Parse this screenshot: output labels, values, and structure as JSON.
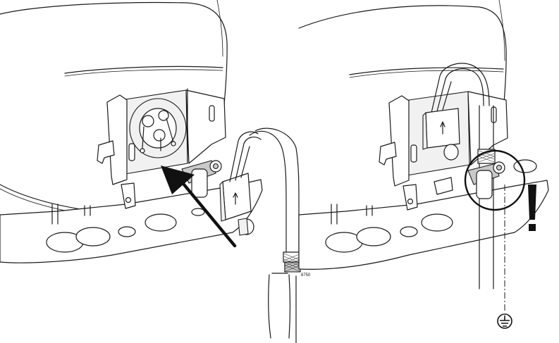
{
  "figure": {
    "reference_number": "8750"
  },
  "colors": {
    "ink": "#1a1a1a",
    "paper": "#ffffff",
    "shading": "#c9c9c9"
  },
  "icons": {
    "warning": "exclamation-mark",
    "ground": "protective-earth-symbol",
    "direction": "insertion-arrow"
  }
}
